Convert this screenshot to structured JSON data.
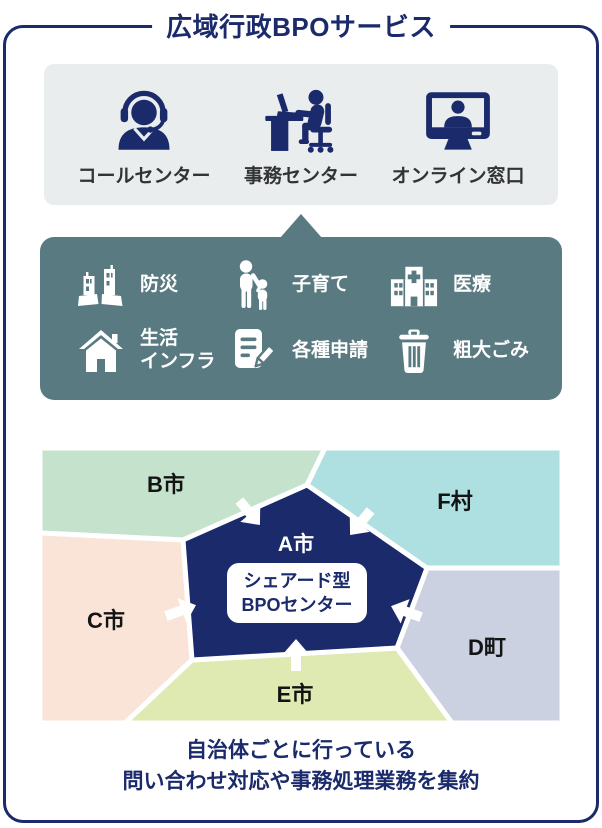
{
  "title": "広域行政BPOサービス",
  "colors": {
    "navy": "#1a2a6b",
    "panel_gray": "#e9eded",
    "panel_teal": "#5a7a82",
    "region_b_green": "#c5e2cd",
    "region_f_cyan": "#aee0e2",
    "region_c_peach": "#fae4d8",
    "region_d_lavender": "#ccd1e1",
    "region_e_yellowgreen": "#dfe9b2",
    "arrow_white": "#ffffff"
  },
  "channels": {
    "items": [
      {
        "icon": "headset-operator-icon",
        "label": "コールセンター"
      },
      {
        "icon": "desk-worker-icon",
        "label": "事務センター"
      },
      {
        "icon": "online-monitor-icon",
        "label": "オンライン窓口"
      }
    ]
  },
  "services": {
    "items": [
      {
        "icon": "disaster-buildings-icon",
        "label": "防災"
      },
      {
        "icon": "parent-child-icon",
        "label": "子育て"
      },
      {
        "icon": "hospital-icon",
        "label": "医療"
      },
      {
        "icon": "house-icon",
        "label": "生活\nインフラ"
      },
      {
        "icon": "application-document-icon",
        "label": "各種申請"
      },
      {
        "icon": "trash-bin-icon",
        "label": "粗大ごみ"
      }
    ]
  },
  "map": {
    "center_region_label": "A市",
    "center_box_label": "シェアード型\nBPOセンター",
    "regions": [
      {
        "label": "B市"
      },
      {
        "label": "F村"
      },
      {
        "label": "C市"
      },
      {
        "label": "D町"
      },
      {
        "label": "E市"
      }
    ]
  },
  "caption": "自治体ごとに行っている\n問い合わせ対応や事務処理業務を集約"
}
